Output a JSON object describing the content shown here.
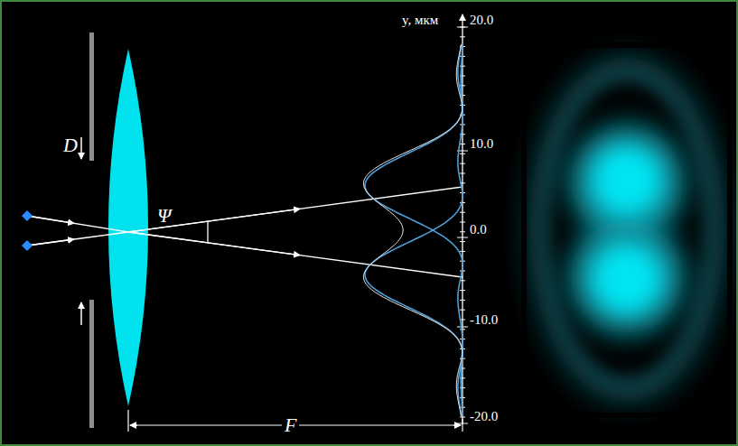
{
  "diagram": {
    "labels": [
      "D",
      "Ψ",
      "F",
      "y, мкм",
      "20.0",
      "10.0",
      "0.0",
      "-10.0",
      "-20.0"
    ]
  }
}
